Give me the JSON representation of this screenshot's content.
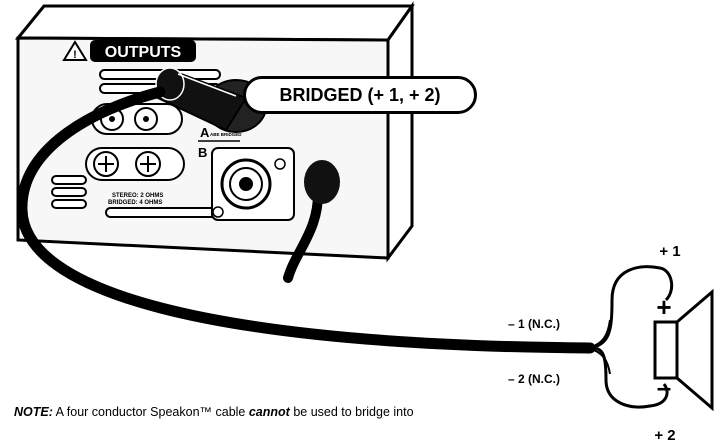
{
  "panel": {
    "outputs_title": "OUTPUTS",
    "channel_a": "A",
    "channel_b": "B",
    "small_a_text": "ABE BRIDGED",
    "impedance_line1": "STEREO: 2 OHMS",
    "impedance_line2": "BRIDGED: 4 OHMS"
  },
  "callout": {
    "bridged": "BRIDGED (+ 1, + 2)"
  },
  "wires": {
    "plus1": "+ 1",
    "plus2": "+ 2",
    "minus1": "– 1 (N.C.)",
    "minus2": "– 2 (N.C.)"
  },
  "speaker": {
    "plus": "+",
    "minus": "–"
  },
  "note": {
    "lead": "NOTE:",
    "text1": " A four conductor Speakon™ cable ",
    "emph": "cannot",
    "text2": " be used to bridge into"
  },
  "colors": {
    "ink": "#000000",
    "paper": "#ffffff",
    "panel_shade": "#f2f2f2"
  }
}
